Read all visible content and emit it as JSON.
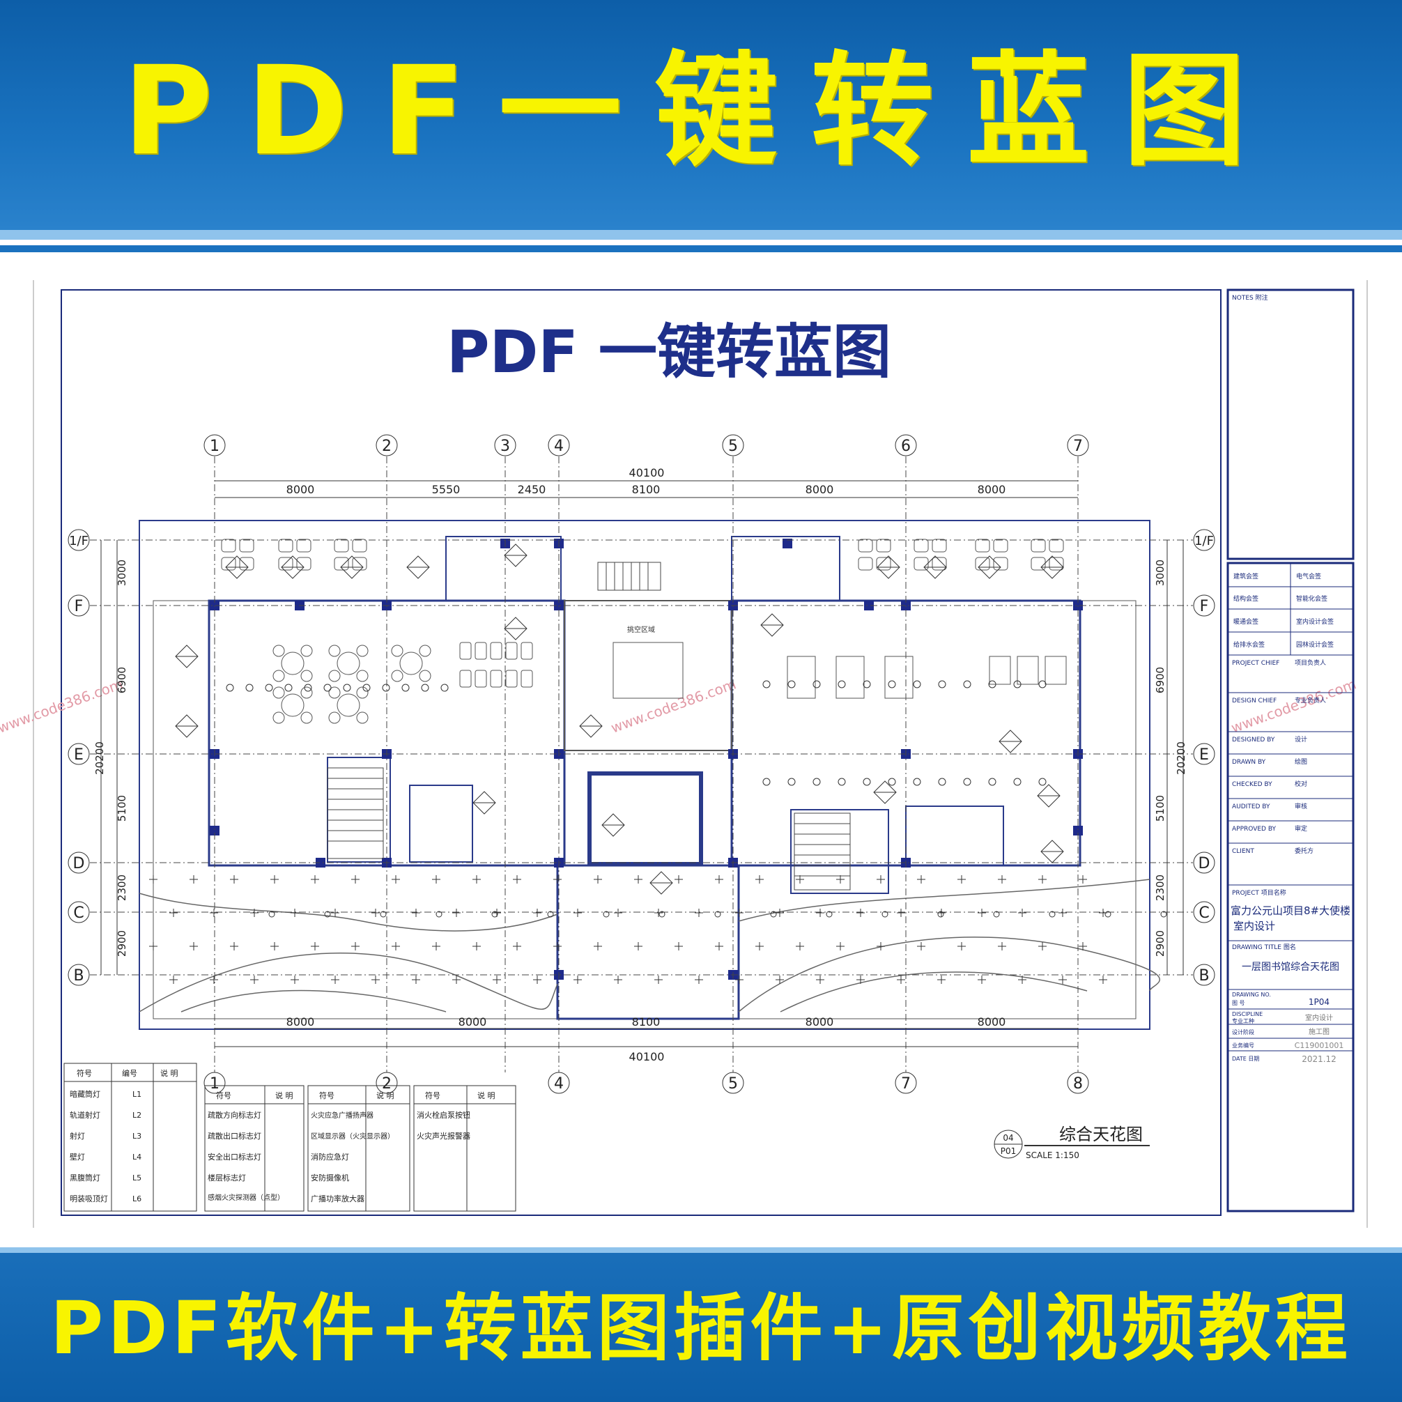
{
  "header": {
    "title": "PDF一键转蓝图"
  },
  "footer": {
    "text": "PDF软件+转蓝图插件+原创视频教程"
  },
  "drawing": {
    "title": "PDF 一键转蓝图",
    "grid_top": [
      "1",
      "2",
      "3",
      "4",
      "5",
      "6",
      "7"
    ],
    "grid_bottom": [
      "1",
      "2",
      "4",
      "5",
      "7",
      "8"
    ],
    "grid_left": [
      "1/F",
      "F",
      "E",
      "D",
      "C",
      "B"
    ],
    "grid_right": [
      "1/F",
      "F",
      "E",
      "D",
      "C",
      "B"
    ],
    "dim_total_top": "40100",
    "dims_top": [
      "8000",
      "5550",
      "2450",
      "8100",
      "8000",
      "8000"
    ],
    "dim_total_bottom": "40100",
    "dims_bottom": [
      "8000",
      "8000",
      "8100",
      "8000",
      "8000"
    ],
    "dims_left": [
      "3000",
      "6900",
      "5100",
      "2300",
      "2900"
    ],
    "dim_left_total": "20200",
    "dims_right": [
      "3000",
      "6900",
      "5100",
      "2300",
      "2900"
    ],
    "dim_right_total": "20200",
    "area_label": "挑空区域",
    "plan_title": "综合天花图",
    "plan_no": "04",
    "plan_sheet": "P01",
    "scale": "SCALE  1:150",
    "watermark": "www.code386.com"
  },
  "legend": {
    "t1": {
      "headers": [
        "符号",
        "编号",
        "说 明"
      ],
      "rows": [
        [
          "暗藏筒灯",
          "L1"
        ],
        [
          "轨道射灯",
          "L2"
        ],
        [
          "射灯",
          "L3"
        ],
        [
          "壁灯",
          "L4"
        ],
        [
          "黑腹筒灯",
          "L5"
        ],
        [
          "明装吸顶灯",
          "L6"
        ]
      ]
    },
    "t2": {
      "headers": [
        "符号",
        "说 明"
      ],
      "rows": [
        "疏散方向标志灯",
        "疏散出口标志灯",
        "安全出口标志灯",
        "楼层标志灯",
        "感烟火灾探测器（点型）"
      ]
    },
    "t3": {
      "headers": [
        "符号",
        "说 明"
      ],
      "rows": [
        "火灾应急广播扬声器",
        "区域显示器（火灾显示器）",
        "消防应急灯",
        "安防摄像机",
        "广播功率放大器"
      ]
    },
    "t4": {
      "headers": [
        "符号",
        "说 明"
      ],
      "rows": [
        "消火栓启泵按钮",
        "火灾声光报警器"
      ]
    }
  },
  "titleblock": {
    "notes": "NOTES 附注",
    "sign_rows": [
      [
        "建筑会签",
        "电气会签"
      ],
      [
        "结构会签",
        "智能化会签"
      ],
      [
        "暖通会签",
        "室内设计会签"
      ],
      [
        "给排水会签",
        "园林设计会签"
      ]
    ],
    "roles": [
      [
        "PROJECT CHIEF",
        "项目负责人"
      ],
      [
        "DESIGN CHIEF",
        "专业负责人"
      ],
      [
        "DESIGNED BY",
        "设计"
      ],
      [
        "DRAWN BY",
        "绘图"
      ],
      [
        "CHECKED BY",
        "校对"
      ],
      [
        "AUDITED BY",
        "审核"
      ],
      [
        "APPROVED BY",
        "审定"
      ],
      [
        "CLIENT",
        "委托方"
      ]
    ],
    "project_label": "PROJECT  项目名称",
    "project_name_1": "富力公元山项目8#大使楼",
    "project_name_2": "室内设计",
    "drawing_title_label": "DRAWING TITLE 图名",
    "drawing_title": "一层图书馆综合天花图",
    "drawing_no_label": "DRAWING NO.",
    "drawing_no_cn": "图    号",
    "drawing_no": "1P04",
    "discipline_label": "DISCIPLINE",
    "discipline_cn": "专业工种",
    "discipline": "室内设计",
    "stage_label": "设计阶段",
    "stage": "施工图",
    "job_label": "业务编号",
    "job": "C119001001",
    "date_label": "DATE 日期",
    "date": "2021.12"
  }
}
